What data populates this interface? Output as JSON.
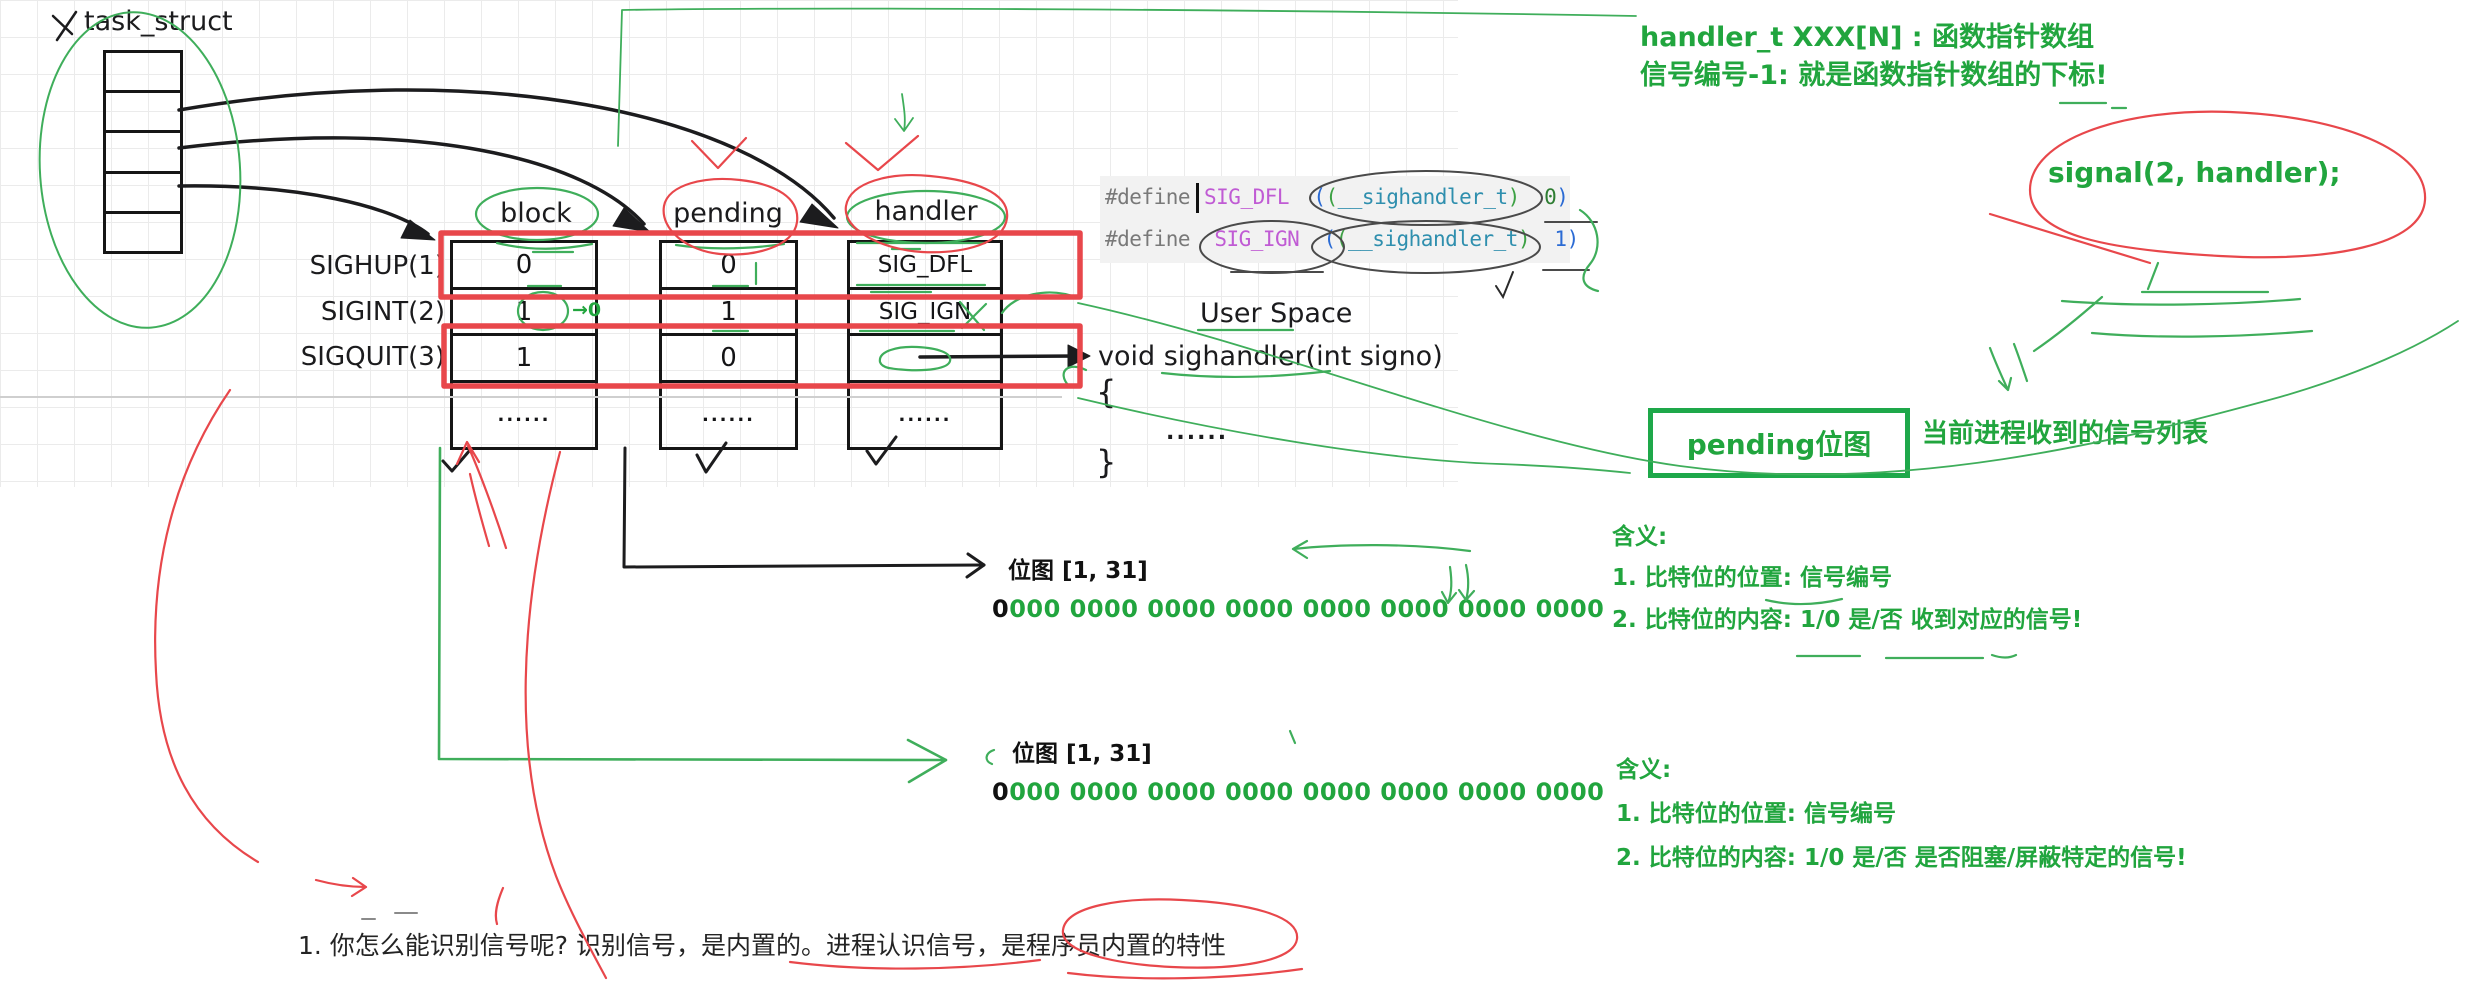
{
  "colors": {
    "annotation_green": "#21a53e",
    "annotation_red": "#e8474b",
    "macro_magenta": "#c05bd4",
    "type_teal": "#2f8fae",
    "paren_blue": "#2b6bd4",
    "paren_green": "#3da144"
  },
  "task_struct": {
    "label": "task_struct"
  },
  "table": {
    "columns": [
      "block",
      "pending",
      "handler"
    ],
    "rows": [
      {
        "label": "SIGHUP(1)",
        "block": "0",
        "pending": "0",
        "handler": "SIG_DFL"
      },
      {
        "label": "SIGINT(2)",
        "block": "1",
        "pending": "1",
        "handler": "SIG_IGN"
      },
      {
        "label": "SIGQUIT(3)",
        "block": "1",
        "pending": "0",
        "handler": ""
      },
      {
        "label": "",
        "block": "......",
        "pending": "......",
        "handler": "......"
      }
    ]
  },
  "code": {
    "line1": {
      "kw": "#define",
      "name": "SIG_DFL",
      "b1": "(",
      "b2": "(",
      "type": "__sighandler_t",
      "b3": ")",
      "val": "0",
      "b4": ")"
    },
    "line2": {
      "kw": "#define",
      "name": "SIG_IGN",
      "b1": "(",
      "b2": "(",
      "type": "__sighandler_t",
      "b3": ")",
      "val": "1",
      "b4": ")"
    }
  },
  "user_space": {
    "title": "User Space",
    "signature": "void sighandler(int signo)",
    "open_brace": "{",
    "body_dots": "......",
    "close_brace": "}"
  },
  "notes": {
    "handler_note_line1": "handler_t XXX[N] : 函数指针数组",
    "handler_note_line2": "信号编号-1: 就是函数指针数组的下标!",
    "signal_call": "signal(2, handler);",
    "pending_box_label": "pending位图",
    "pending_box_desc": "当前进程收到的信号列表",
    "sigint_to_zero": "→0"
  },
  "bitmap1": {
    "label": "位图 [1, 31]",
    "first_bit": "0",
    "rest_bits": "000 0000 0000 0000 0000 0000 0000 0000"
  },
  "bitmap2": {
    "label": "位图 [1, 31]",
    "first_bit": "0",
    "rest_bits": "000 0000 0000 0000 0000 0000 0000 0000"
  },
  "meaning1": {
    "title": "含义:",
    "item1": "1. 比特位的位置: 信号编号",
    "item2": "2. 比特位的内容: 1/0  是/否 收到对应的信号!"
  },
  "meaning2": {
    "title": "含义:",
    "item1": "1. 比特位的位置: 信号编号",
    "item2": "2. 比特位的内容: 1/0 是/否 是否阻塞/屏蔽特定的信号!"
  },
  "footnote": "1. 你怎么能识别信号呢? 识别信号，是内置的。进程认识信号，是程序员内置的特性"
}
